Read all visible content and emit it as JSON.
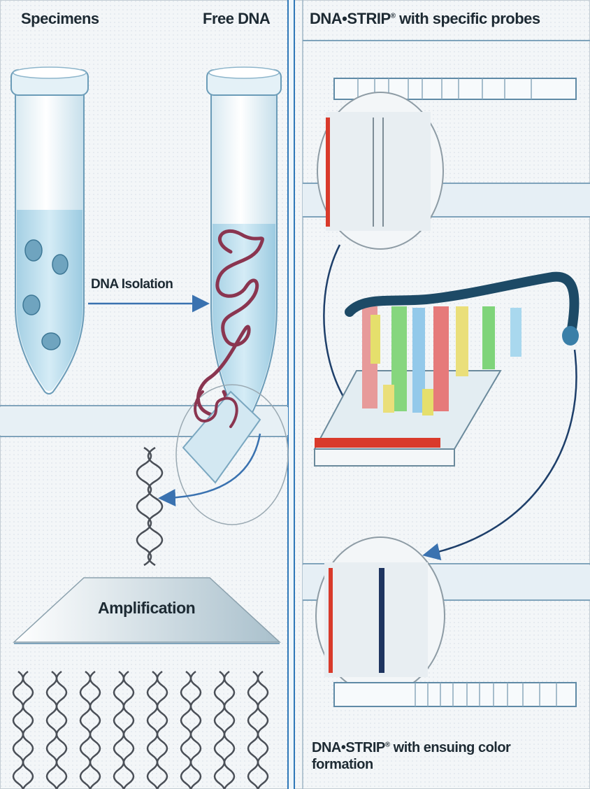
{
  "labels": {
    "specimens": "Specimens",
    "free_dna": "Free DNA",
    "strip_probes_prefix": "DNA•STRIP",
    "strip_probes_sup": "®",
    "strip_probes_suffix": " with specific probes",
    "dna_isolation": "DNA Isolation",
    "amplification": "Amplification",
    "strip_color_prefix": "DNA•STRIP",
    "strip_color_sup": "®",
    "strip_color_suffix": " with ensuing color formation"
  },
  "colors": {
    "background": "#f3f6f8",
    "divider": "#2f78b8",
    "tube_liquid": "#b9dbea",
    "dna_coil": "#8a3550",
    "control_band": "#d93a2b",
    "result_band": "#1e3460",
    "arrow": "#3a72b0",
    "probe_colors": [
      "#e79a9a",
      "#e5df6c",
      "#86d67e",
      "#93c9ea",
      "#e67a7a",
      "#eadf7a",
      "#7fd47a",
      "#a9d8ee"
    ]
  }
}
